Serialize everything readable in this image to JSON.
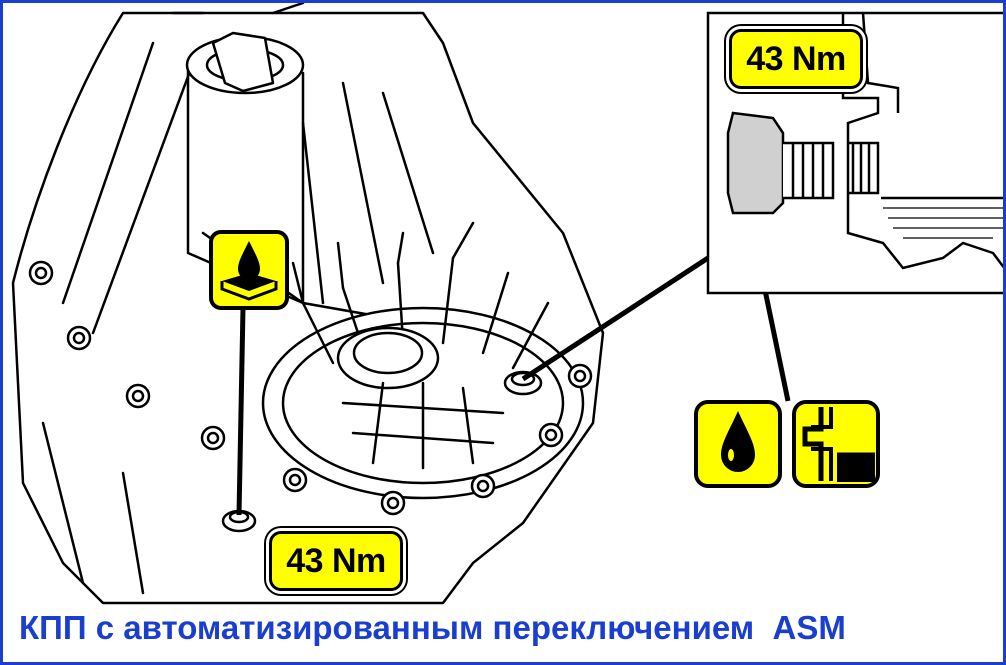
{
  "torque_labels": {
    "inset_plug": "43 Nm",
    "drain_plug": "43 Nm"
  },
  "caption": "КПП с автоматизированным переключением  ASM",
  "icons": {
    "oil_fill": "oil-level-icon",
    "oil_drop": "oil-drop-icon",
    "level_check": "fill-level-icon"
  },
  "colors": {
    "frame_border": "#1a3fd0",
    "caption_text": "#1a3fd0",
    "label_fill": "#ffff00",
    "line_art": "#000000"
  }
}
